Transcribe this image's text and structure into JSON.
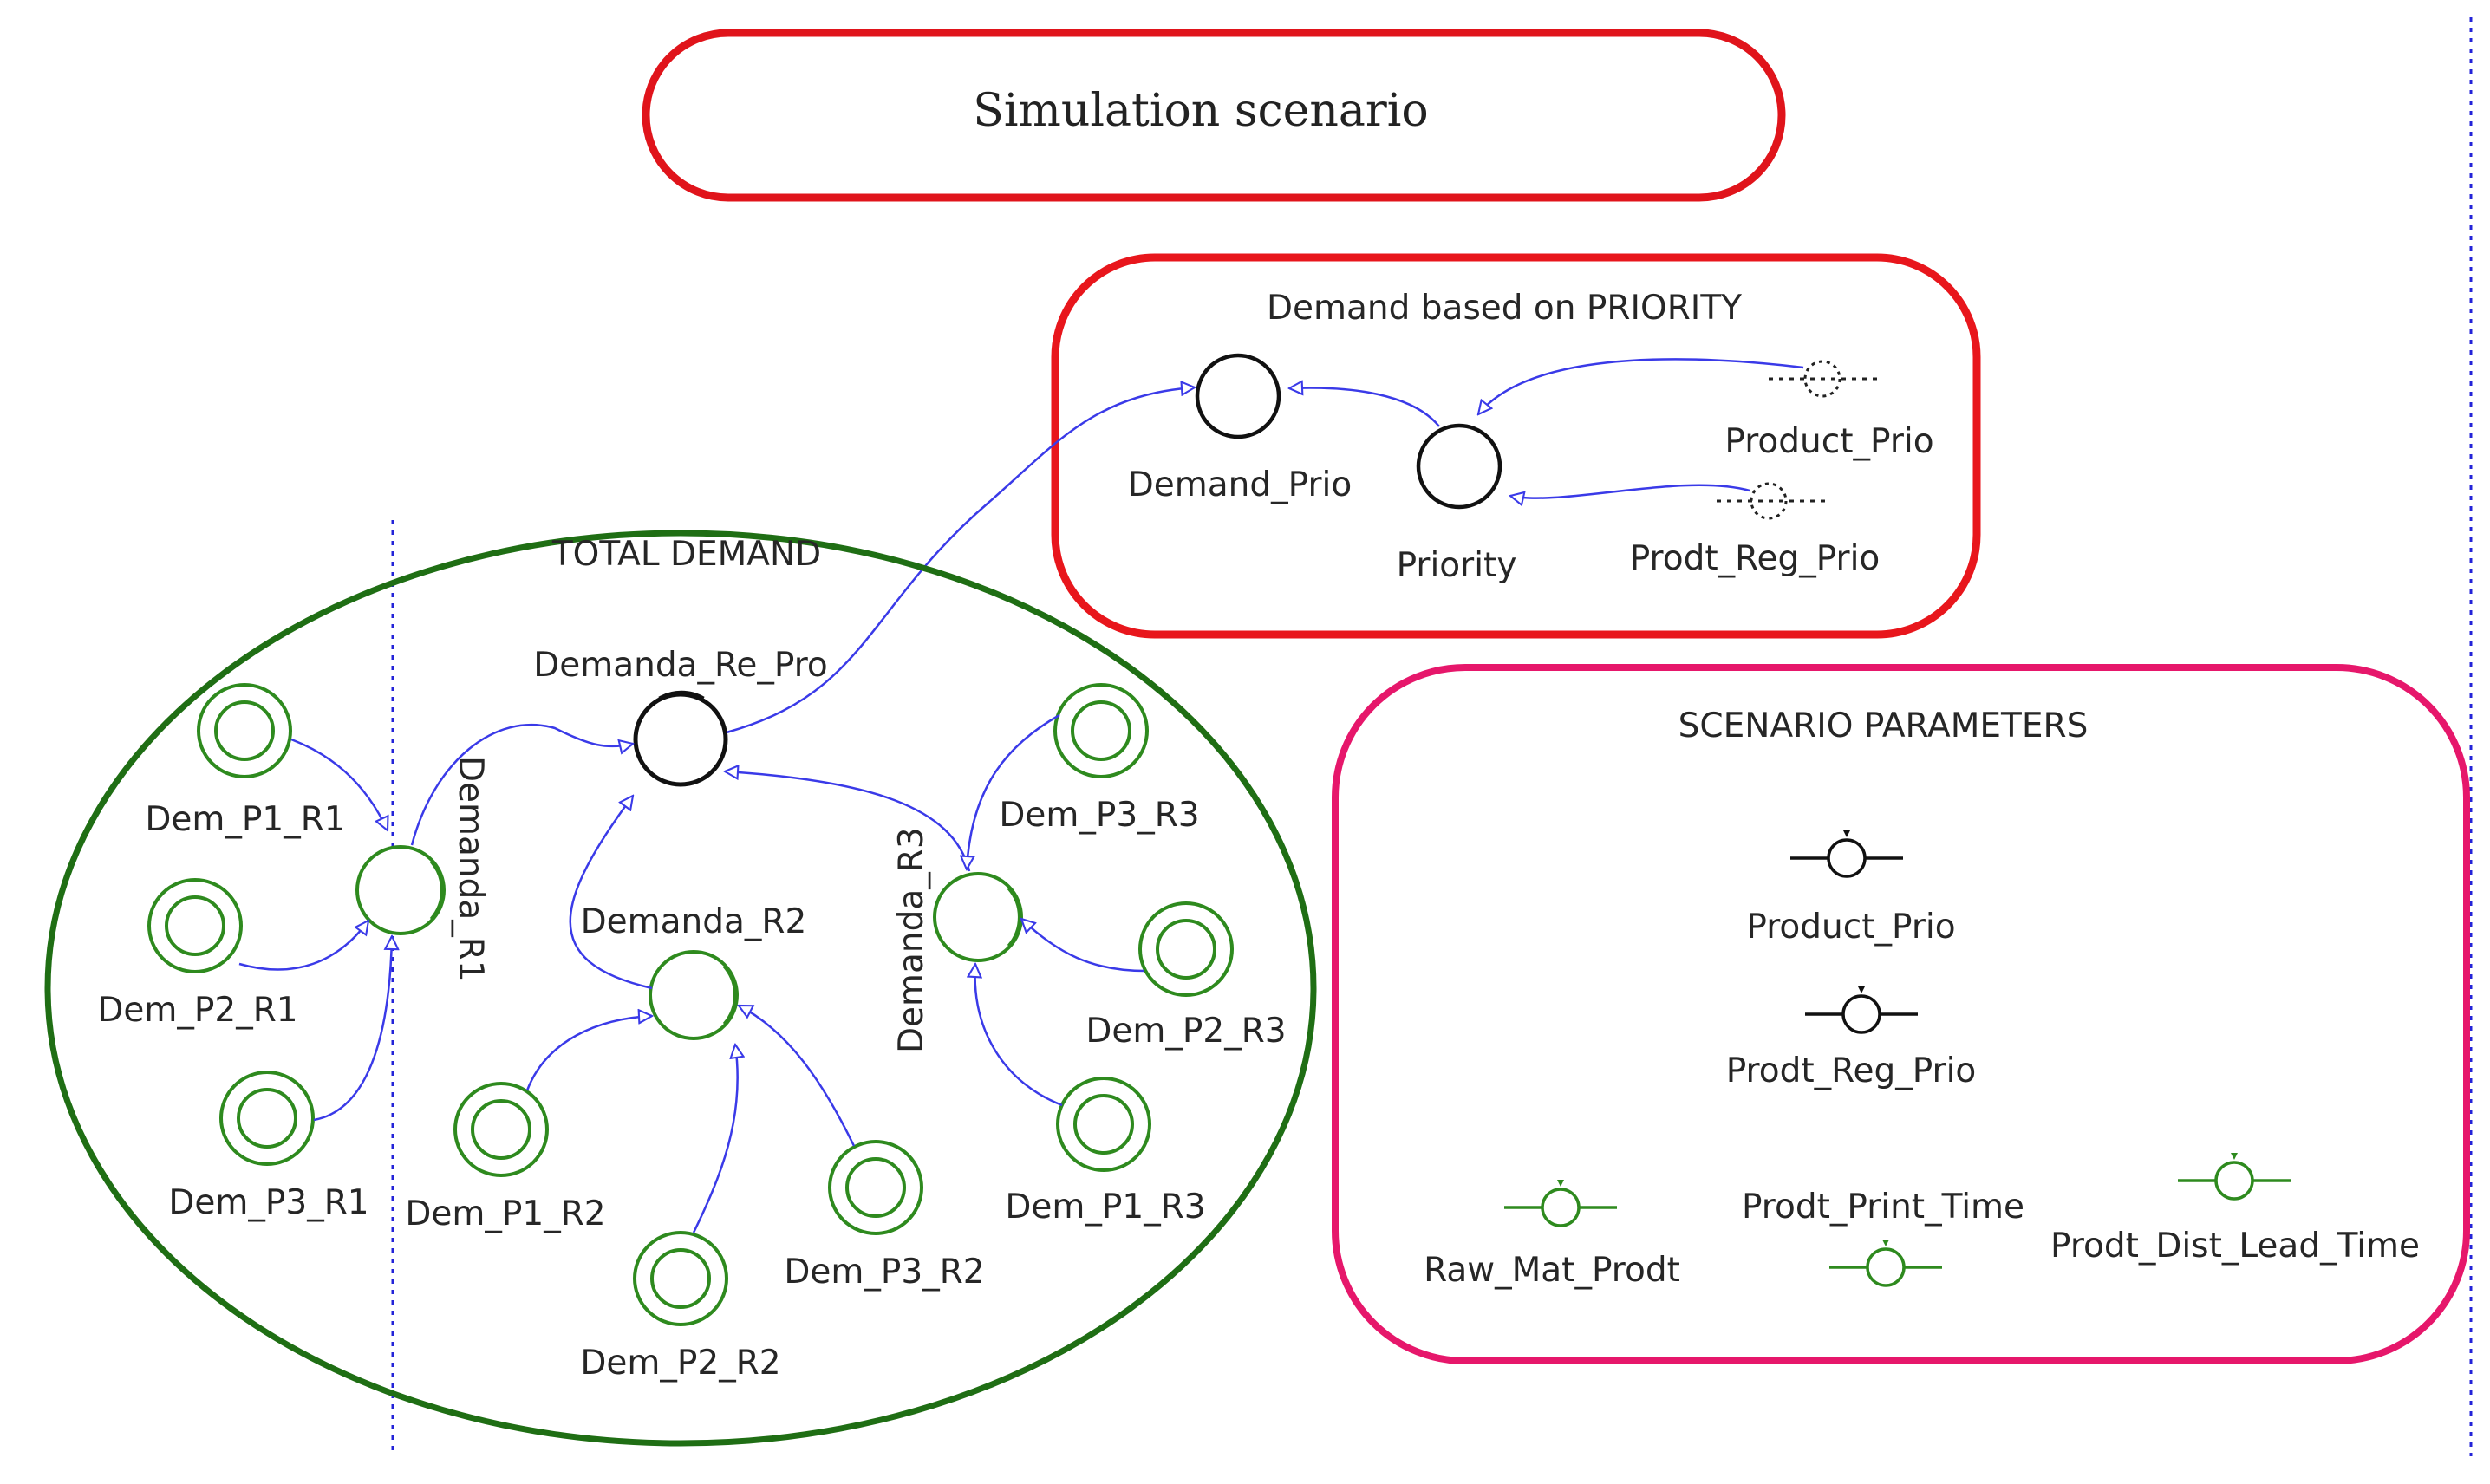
{
  "title": "Simulation scenario",
  "colors": {
    "title_border": "#e0141b",
    "priority_border": "#e8161c",
    "total_border": "#1f6e14",
    "params_border": "#e6176b",
    "aux_green": "#2e8a1e",
    "link_blue": "#3a3ae8",
    "divider_blue": "#2323d8",
    "black": "#111111"
  },
  "priority_group": {
    "title": "Demand based on PRIORITY",
    "demand_prio": "Demand_Prio",
    "priority": "Priority",
    "product_prio": "Product_Prio",
    "prodt_reg_prio": "Prodt_Reg_Prio"
  },
  "total_group": {
    "title": "TOTAL DEMAND",
    "demanda_re_pro": "Demanda_Re_Pro",
    "demanda_r1": "Demanda_R1",
    "demanda_r2": "Demanda_R2",
    "demanda_r3": "Demanda_R3",
    "dem_p1_r1": "Dem_P1_R1",
    "dem_p2_r1": "Dem_P2_R1",
    "dem_p3_r1": "Dem_P3_R1",
    "dem_p1_r2": "Dem_P1_R2",
    "dem_p2_r2": "Dem_P2_R2",
    "dem_p3_r2": "Dem_P3_R2",
    "dem_p1_r3": "Dem_P1_R3",
    "dem_p2_r3": "Dem_P2_R3",
    "dem_p3_r3": "Dem_P3_R3"
  },
  "params_group": {
    "title": "SCENARIO PARAMETERS",
    "product_prio": "Product_Prio",
    "prodt_reg_prio": "Prodt_Reg_Prio",
    "raw_mat_prodt": "Raw_Mat_Prodt",
    "prodt_print_time": "Prodt_Print_Time",
    "prodt_dist_lead_time": "Prodt_Dist_Lead_Time"
  }
}
